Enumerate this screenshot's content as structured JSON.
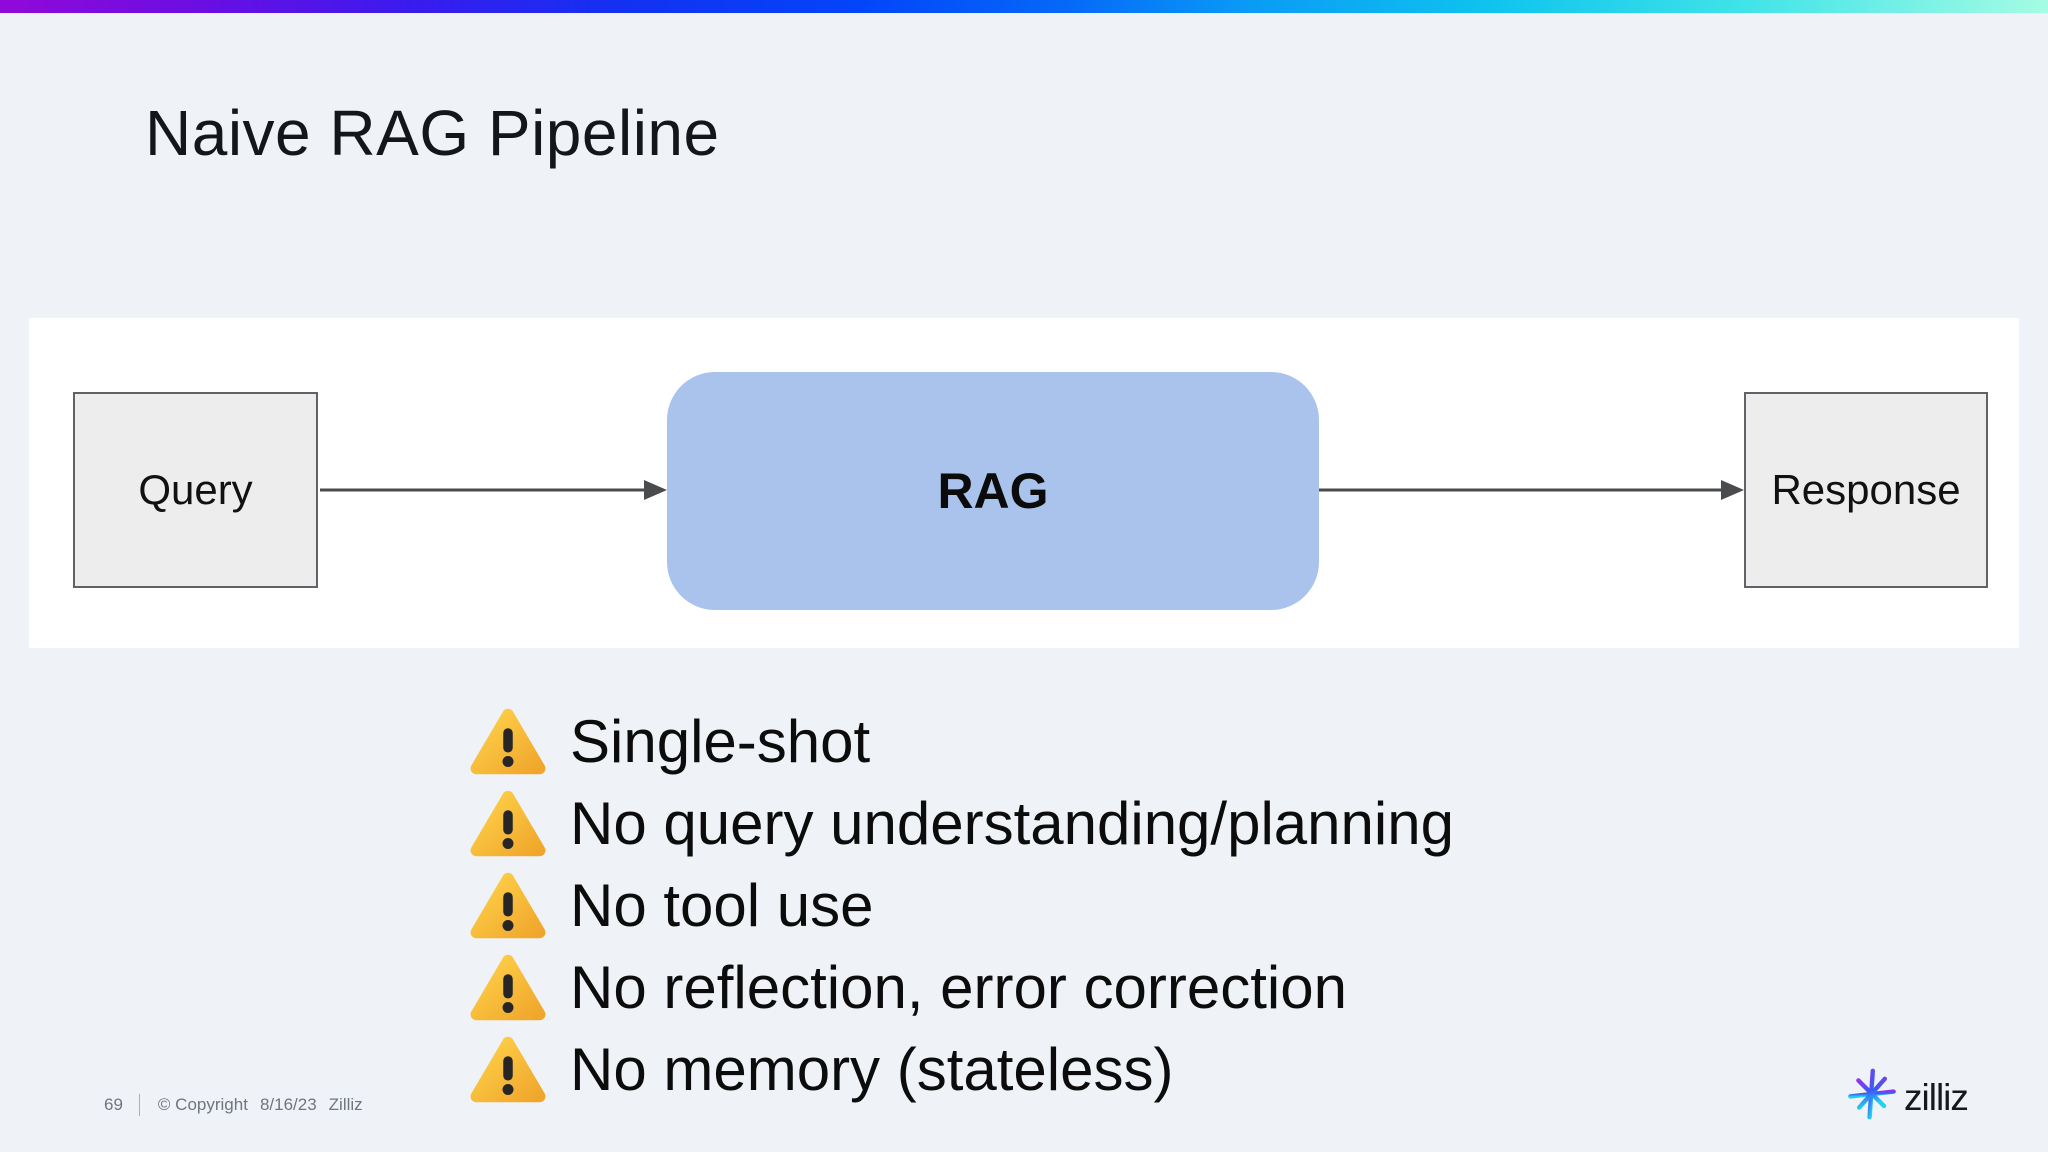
{
  "title": "Naive RAG Pipeline",
  "accent_bar": {
    "gradient_colors": [
      "#9109d9",
      "#3a1bee",
      "#0345fa",
      "#0a9bf5",
      "#0fc4ee",
      "#a5fce3"
    ]
  },
  "diagram": {
    "nodes": {
      "query": {
        "label": "Query"
      },
      "rag": {
        "label": "RAG"
      },
      "response": {
        "label": "Response"
      }
    },
    "edges": [
      {
        "from": "query",
        "to": "rag"
      },
      {
        "from": "rag",
        "to": "response"
      }
    ],
    "colors": {
      "panel_bg": "#ffffff",
      "terminal_fill": "#ededed",
      "terminal_border": "#5f6368",
      "rag_fill": "#a9c3ec",
      "arrow": "#4a4b4d"
    }
  },
  "bullets": [
    {
      "icon": "warning-icon",
      "text": "Single-shot"
    },
    {
      "icon": "warning-icon",
      "text": "No query understanding/planning"
    },
    {
      "icon": "warning-icon",
      "text": "No tool use"
    },
    {
      "icon": "warning-icon",
      "text": "No reflection, error correction"
    },
    {
      "icon": "warning-icon",
      "text": "No memory (stateless)"
    }
  ],
  "footer": {
    "page_number": "69",
    "copyright_text": "© Copyright",
    "date": "8/16/23",
    "company": "Zilliz"
  },
  "logo": {
    "icon": "zilliz-starburst-icon",
    "wordmark": "zilliz",
    "icon_colors": [
      "#9333ea",
      "#3b5bf6",
      "#22d3ee"
    ]
  }
}
